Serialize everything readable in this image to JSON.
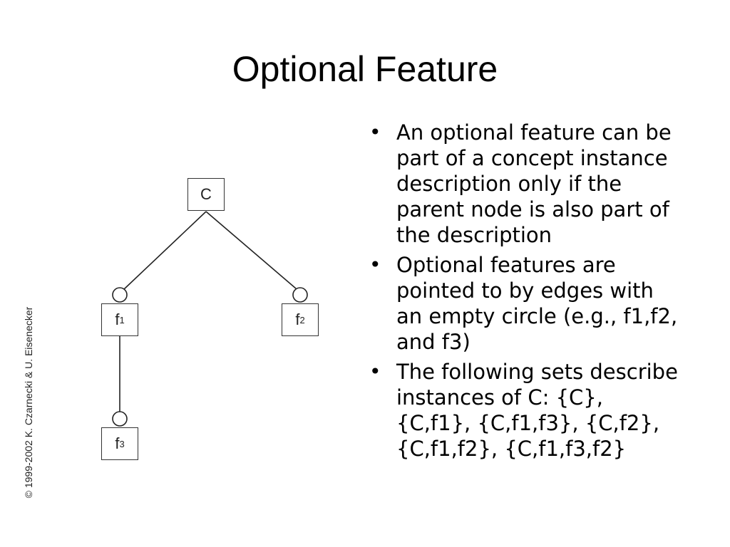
{
  "slide": {
    "title": "Optional Feature",
    "copyright": "© 1999-2002 K. Czarnecki & U. Eisenecker"
  },
  "diagram": {
    "nodes": [
      {
        "id": "C",
        "label": "C",
        "sub": ""
      },
      {
        "id": "f1",
        "label": "f",
        "sub": "1"
      },
      {
        "id": "f2",
        "label": "f",
        "sub": "2"
      },
      {
        "id": "f3",
        "label": "f",
        "sub": "3"
      }
    ],
    "edges": [
      {
        "from": "C",
        "to": "f1",
        "type": "optional"
      },
      {
        "from": "C",
        "to": "f2",
        "type": "optional"
      },
      {
        "from": "f1",
        "to": "f3",
        "type": "optional"
      }
    ]
  },
  "bullets": [
    "An optional feature can be part of a concept instance description only if the parent node is also part of the description",
    "Optional features are pointed to by edges with an empty circle (e.g., f1,f2, and f3)",
    "The following sets describe instances of C: {C}, {C,f1}, {C,f1,f3}, {C,f2}, {C,f1,f2}, {C,f1,f3,f2}"
  ]
}
